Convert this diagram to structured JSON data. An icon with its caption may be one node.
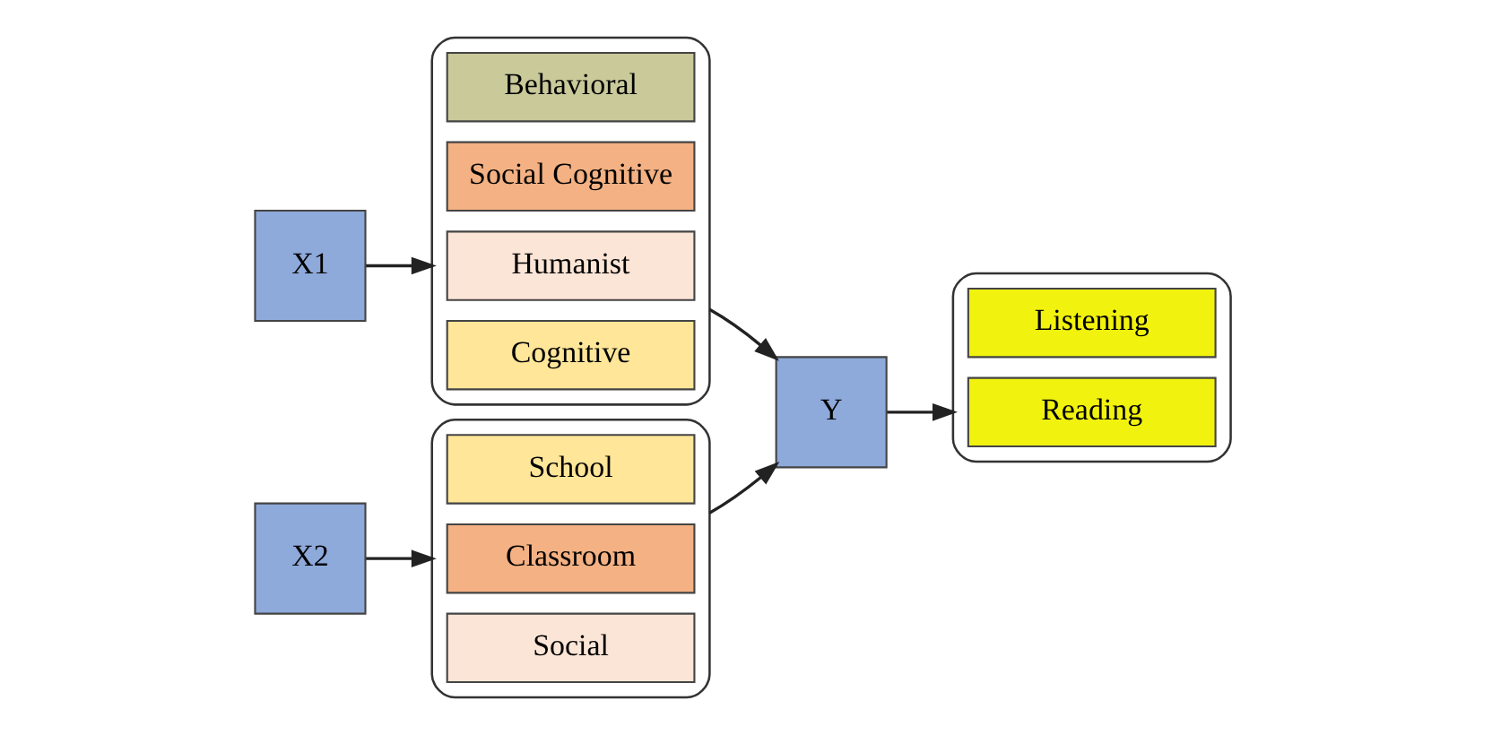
{
  "diagram": {
    "nodes": [
      {
        "text": [
          "X1"
        ]
      },
      {
        "text": [],
        "shape": "brace"
      },
      {
        "text": [
          "Behavioral"
        ],
        "in": 1
      },
      {
        "text": [
          "Social Cognitive"
        ],
        "in": 1
      },
      {
        "text": [
          "Humanist"
        ],
        "in": 1
      },
      {
        "text": [
          "Cognitive"
        ],
        "in": 1
      },
      {
        "text": [
          "X2"
        ]
      },
      {
        "text": [],
        "shape": "brace"
      },
      {
        "text": [
          "School"
        ],
        "in": 7
      },
      {
        "text": [
          "Classroom"
        ],
        "in": 7
      },
      {
        "text": [
          "Social"
        ],
        "in": 7
      },
      {
        "text": [
          "Y"
        ]
      },
      {
        "text": [],
        "shape": "brace"
      },
      {
        "text": [
          "Listening"
        ],
        "in": 12
      },
      {
        "text": [
          "Reading"
        ],
        "in": 12
      }
    ],
    "edges": [
      {
        "from": 0,
        "to": 1,
        "arrow": "to"
      },
      {
        "from": 1,
        "to": 11,
        "arrow": "to"
      },
      {
        "from": 6,
        "to": 7,
        "arrow": "to"
      },
      {
        "from": 7,
        "to": 11,
        "arrow": "to"
      },
      {
        "from": 11,
        "to": 12,
        "arrow": "to"
      }
    ]
  }
}
